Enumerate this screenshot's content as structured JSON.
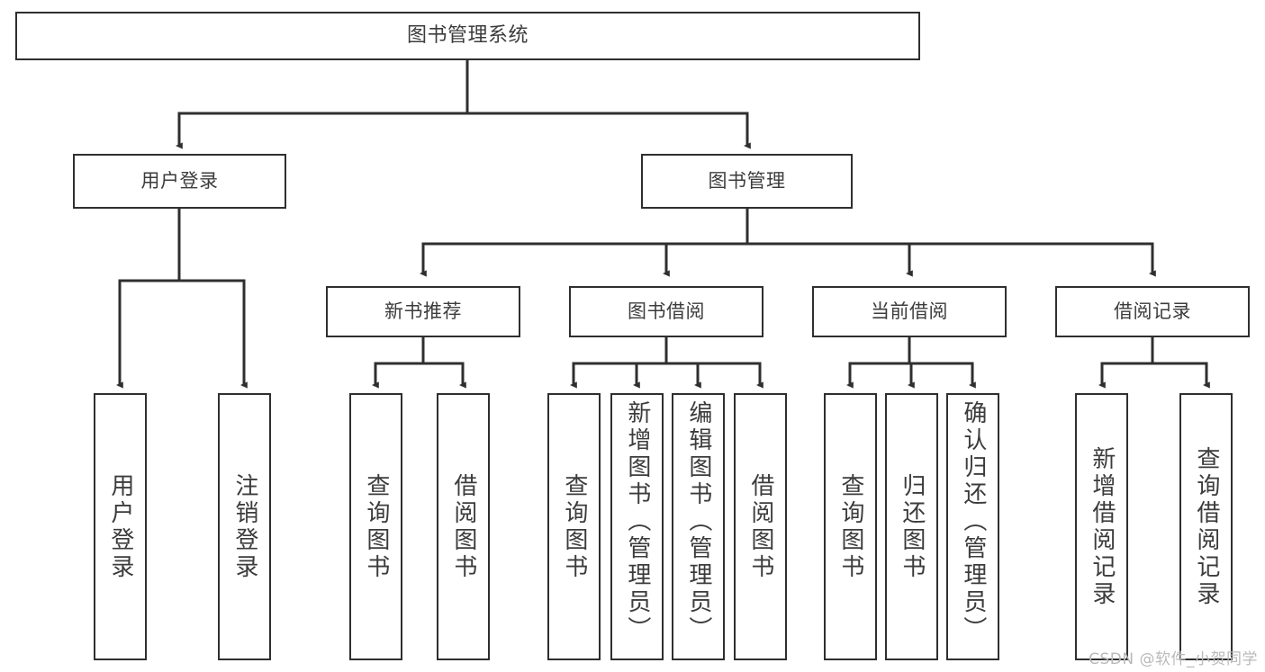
{
  "diagram": {
    "title": "图书管理系统",
    "type": "functional-structure-tree",
    "root": {
      "label": "图书管理系统"
    },
    "level2": [
      {
        "label": "用户登录"
      },
      {
        "label": "图书管理"
      }
    ],
    "level3": [
      {
        "label": "新书推荐"
      },
      {
        "label": "图书借阅"
      },
      {
        "label": "当前借阅"
      },
      {
        "label": "借阅记录"
      }
    ],
    "leaves": [
      {
        "label": "用户登录",
        "parent": "用户登录"
      },
      {
        "label": "注销登录",
        "parent": "用户登录"
      },
      {
        "label": "查询图书",
        "parent": "新书推荐"
      },
      {
        "label": "借阅图书",
        "parent": "新书推荐"
      },
      {
        "label": "查询图书",
        "parent": "图书借阅"
      },
      {
        "label": "新增图书（管理员）",
        "parent": "图书借阅"
      },
      {
        "label": "编辑图书（管理员）",
        "parent": "图书借阅"
      },
      {
        "label": "借阅图书",
        "parent": "图书借阅"
      },
      {
        "label": "查询图书",
        "parent": "当前借阅"
      },
      {
        "label": "归还图书",
        "parent": "当前借阅"
      },
      {
        "label": "确认归还（管理员）",
        "parent": "当前借阅"
      },
      {
        "label": "新增借阅记录",
        "parent": "借阅记录"
      },
      {
        "label": "查询借阅记录",
        "parent": "借阅记录"
      }
    ]
  },
  "watermark": {
    "text": "CSDN @软件_小贺同学"
  },
  "colors": {
    "border": "#2f2f2f",
    "text": "#3c3c3c",
    "background": "#ffffff",
    "watermark": "#b9b9b9"
  }
}
